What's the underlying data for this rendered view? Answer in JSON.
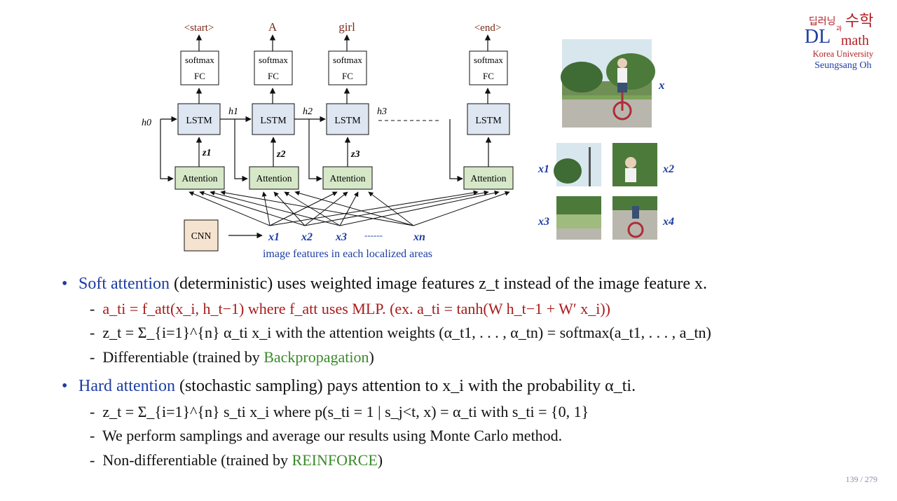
{
  "logo": {
    "korean_1": "딥러닝",
    "korean_2": "과",
    "korean_3": "수학",
    "dl": "DL",
    "math": "math",
    "university": "Korea University",
    "author": "Seungsang Oh"
  },
  "diagram": {
    "outputs": [
      "<start>",
      "A",
      "girl",
      "<end>"
    ],
    "softmax_label": "softmax",
    "fc_label": "FC",
    "lstm_label": "LSTM",
    "attention_label": "Attention",
    "cnn_label": "CNN",
    "hidden_labels": [
      "h0",
      "h1",
      "h2",
      "h3"
    ],
    "z_labels": [
      "z1",
      "z2",
      "z3"
    ],
    "feature_labels": [
      "x1",
      "x2",
      "x3",
      "xn"
    ],
    "dots": "------",
    "features_caption": "image features in each localized areas"
  },
  "images": {
    "main_label": "x",
    "patch_labels": [
      "x1",
      "x2",
      "x3",
      "x4"
    ]
  },
  "text": {
    "soft_title": "Soft attention",
    "soft_rest": "(deterministic) uses weighted image features z_t instead of the image feature x.",
    "soft_line1": "a_ti = f_att(x_i, h_t−1)  where f_att uses MLP.  (ex. a_ti = tanh(W h_t−1 + W′ x_i))",
    "soft_line2": "z_t = Σ_{i=1}^{n} α_ti x_i  with the attention weights (α_t1, . . . , α_tn) = softmax(a_t1, . . . , a_tn)",
    "soft_line3_a": "Differentiable (trained by",
    "soft_line3_b": "Backpropagation",
    "soft_line3_c": ")",
    "hard_title": "Hard attention",
    "hard_rest": "(stochastic sampling) pays attention to x_i with the probability α_ti.",
    "hard_line1": "z_t = Σ_{i=1}^{n} s_ti x_i  where p(s_ti = 1 | s_j<t, x) = α_ti with s_ti = {0, 1}",
    "hard_line2": "We perform samplings and average our results using Monte Carlo method.",
    "hard_line3_a": "Non-differentiable (trained by",
    "hard_line3_b": "REINFORCE",
    "hard_line3_c": ")"
  },
  "page_number": "139 / 279",
  "colors": {
    "blue": "#1d3da3",
    "red": "#a81b1b",
    "green": "#3a8a2a",
    "lstm_fill": "#dde6f1",
    "attention_fill": "#d6e8c8",
    "cnn_fill": "#f6e3cf"
  }
}
